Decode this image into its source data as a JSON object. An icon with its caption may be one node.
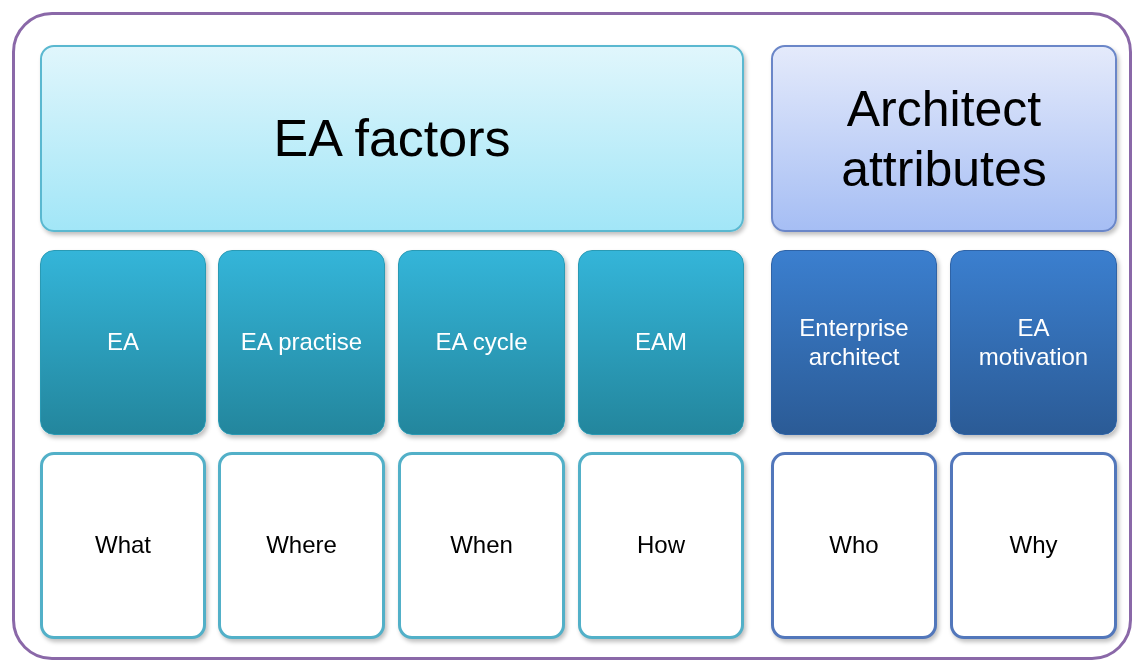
{
  "diagram": {
    "nodes": [
      {
        "text": [],
        "shape": "box"
      },
      {
        "text": [
          "EA factors"
        ],
        "in": 0
      },
      {
        "text": [
          "Architect attributes"
        ],
        "in": 0
      },
      {
        "text": [
          "EA"
        ],
        "in": 0
      },
      {
        "text": [
          "EA practise"
        ],
        "in": 0
      },
      {
        "text": [
          "EA cycle"
        ],
        "in": 0
      },
      {
        "text": [
          "EAM"
        ],
        "in": 0
      },
      {
        "text": [
          "Enterprise architect"
        ],
        "in": 0
      },
      {
        "text": [
          "EA motivation"
        ],
        "in": 0
      },
      {
        "text": [
          "What"
        ],
        "in": 0
      },
      {
        "text": [
          "Where"
        ],
        "in": 0
      },
      {
        "text": [
          "When"
        ],
        "in": 0
      },
      {
        "text": [
          "How"
        ],
        "in": 0
      },
      {
        "text": [
          "Who"
        ],
        "in": 0
      },
      {
        "text": [
          "Why"
        ],
        "in": 0
      }
    ]
  }
}
